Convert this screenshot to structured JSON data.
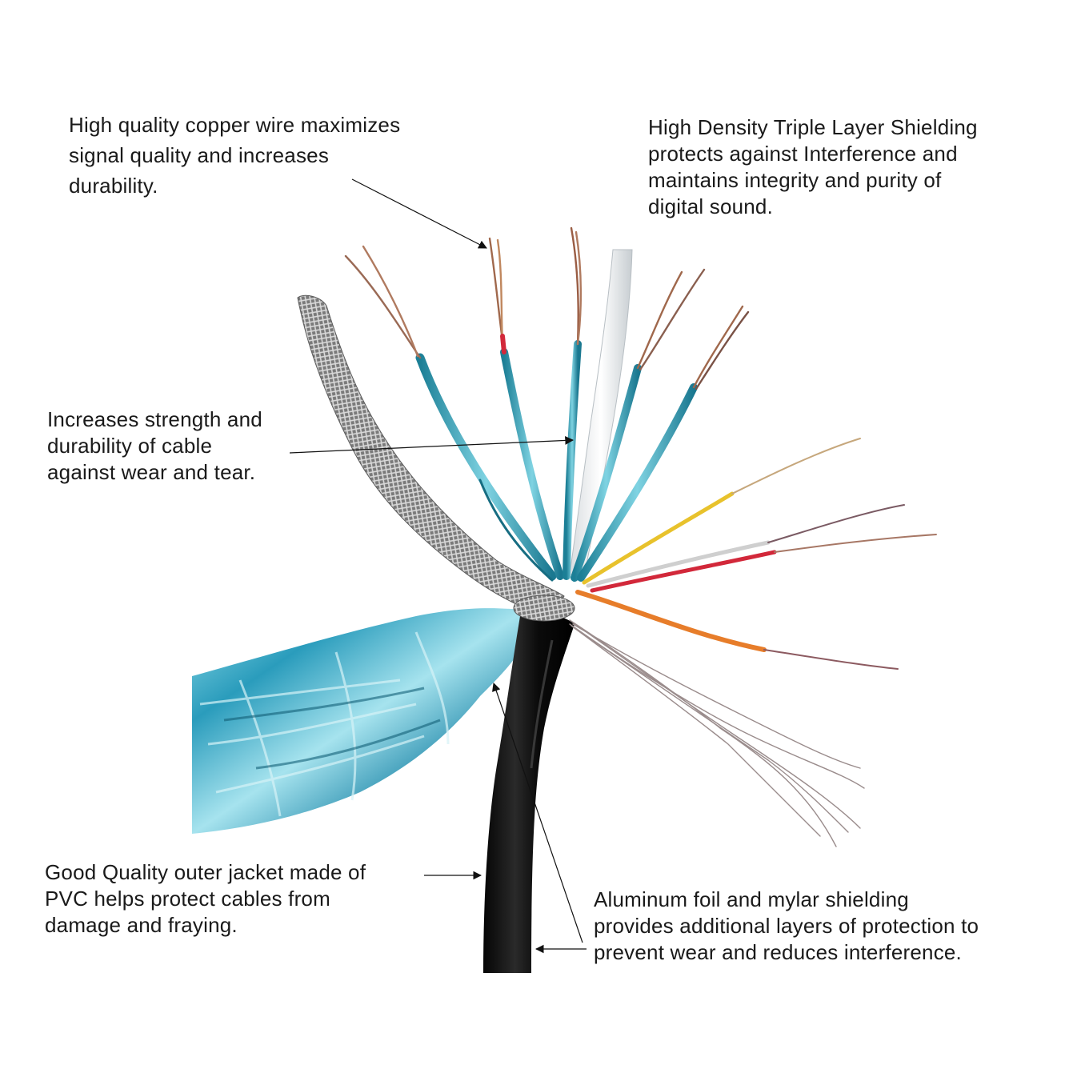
{
  "annotations": {
    "copper_wire": {
      "lines": [
        "High quality copper wire maximizes",
        "signal quality and increases",
        "durability."
      ]
    },
    "triple_shielding": {
      "lines": [
        "High Density Triple Layer Shielding",
        "protects against Interference and",
        "maintains integrity and purity of",
        "digital sound."
      ]
    },
    "strength": {
      "lines": [
        "Increases strength and",
        "durability of cable",
        "against wear and tear."
      ]
    },
    "outer_jacket": {
      "lines": [
        "Good Quality outer jacket made of",
        "PVC helps protect cables from",
        "damage and fraying."
      ]
    },
    "foil_shielding": {
      "lines": [
        "Aluminum foil and mylar shielding",
        "provides additional layers of protection to",
        "prevent wear and reduces interference."
      ]
    }
  },
  "colors": {
    "text": "#1a1a1a",
    "jacket": "#111111",
    "foil": "#2fa9c4",
    "braid": "#8c8c8c",
    "copper": "#a0684c",
    "wire_yellow": "#e8c22c",
    "wire_red": "#d2283a",
    "wire_orange": "#e77d2a",
    "wire_white": "#d8d8d8"
  }
}
